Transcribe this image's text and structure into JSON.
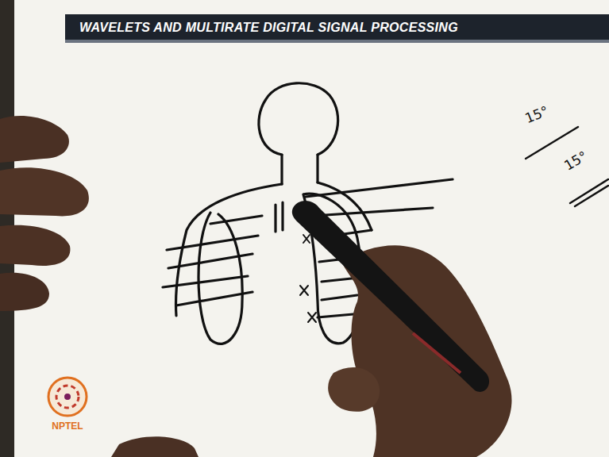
{
  "diagram": {
    "title": "WAVELETS AND MULTIRATE DIGITAL SIGNAL PROCESSING",
    "labels": [
      "15°",
      "15°",
      "NPTEL"
    ]
  }
}
